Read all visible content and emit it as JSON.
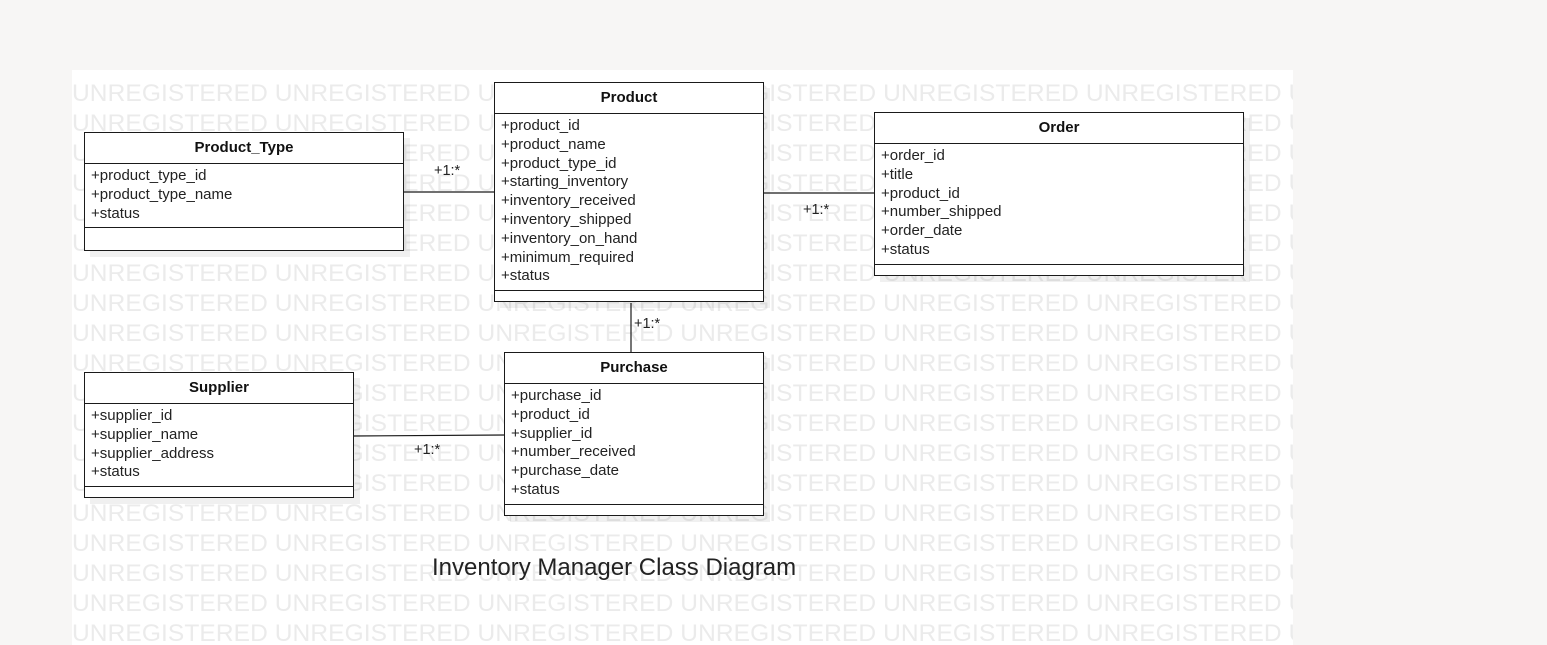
{
  "diagram": {
    "title": "Inventory Manager Class Diagram",
    "watermark_text": "UNREGISTERED",
    "classes": {
      "product_type": {
        "name": "Product_Type",
        "attributes": [
          "+product_type_id",
          "+product_type_name",
          "+status"
        ]
      },
      "product": {
        "name": "Product",
        "attributes": [
          "+product_id",
          "+product_name",
          "+product_type_id",
          "+starting_inventory",
          "+inventory_received",
          "+inventory_shipped",
          "+inventory_on_hand",
          "+minimum_required",
          "+status"
        ]
      },
      "order": {
        "name": "Order",
        "attributes": [
          "+order_id",
          "+title",
          "+product_id",
          "+number_shipped",
          "+order_date",
          "+status"
        ]
      },
      "supplier": {
        "name": "Supplier",
        "attributes": [
          "+supplier_id",
          "+supplier_name",
          "+supplier_address",
          "+status"
        ]
      },
      "purchase": {
        "name": "Purchase",
        "attributes": [
          "+purchase_id",
          "+product_id",
          "+supplier_id",
          "+number_received",
          "+purchase_date",
          "+status"
        ]
      }
    },
    "associations": {
      "product_type_product": "+1:*",
      "product_order": "+1:*",
      "product_purchase": "+1:*",
      "supplier_purchase": "+1:*"
    }
  }
}
